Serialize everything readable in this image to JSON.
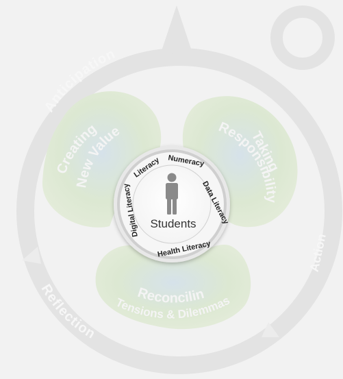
{
  "outer_cycle": {
    "anticipation": "Anticipation",
    "action": "Action",
    "reflection": "Reflection"
  },
  "competencies": {
    "creating_line1": "Creating",
    "creating_line2": "New Value",
    "taking_line1": "Taking",
    "taking_line2": "Responsibility",
    "reconciling_line1": "Reconciling",
    "reconciling_line2": "Tensions & Dilemmas"
  },
  "center": {
    "label": "Students",
    "ring_literacy": "Literacy",
    "ring_numeracy": "Numeracy",
    "ring_data_literacy": "Data Literacy",
    "ring_health_literacy": "Health Literacy",
    "ring_digital_literacy": "Digital Literacy"
  },
  "colors": {
    "background": "#f2f2f2",
    "outer_ring": "#e3e3e3",
    "outer_text": "#f7f7f7",
    "petal_green": "#dde8cf",
    "petal_blue": "#d8e4ea",
    "center_ring": "#c9c9c9",
    "person_icon": "#8a8a8a",
    "ring_text": "#222222"
  }
}
